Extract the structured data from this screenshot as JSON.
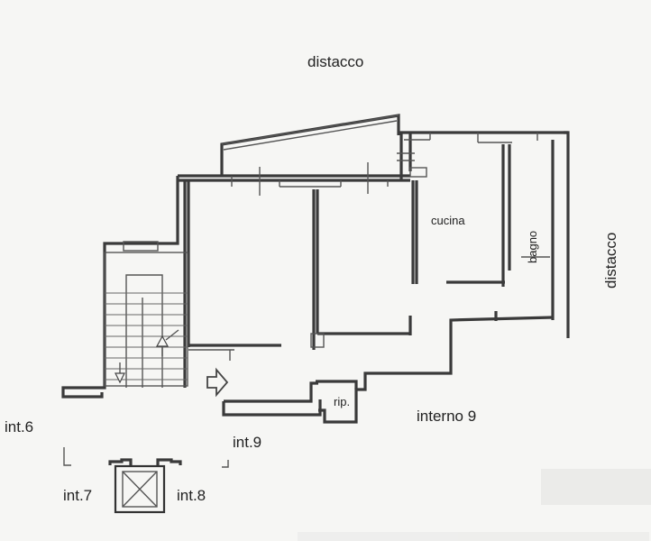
{
  "labels": {
    "distacco_top": "distacco",
    "distacco_right": "distacco",
    "cucina": "cucina",
    "bagno": "bagno",
    "interno": "interno 9",
    "rip": "rip.",
    "int6": "int.6",
    "int7": "int.7",
    "int8": "int.8",
    "int9": "int.9"
  }
}
